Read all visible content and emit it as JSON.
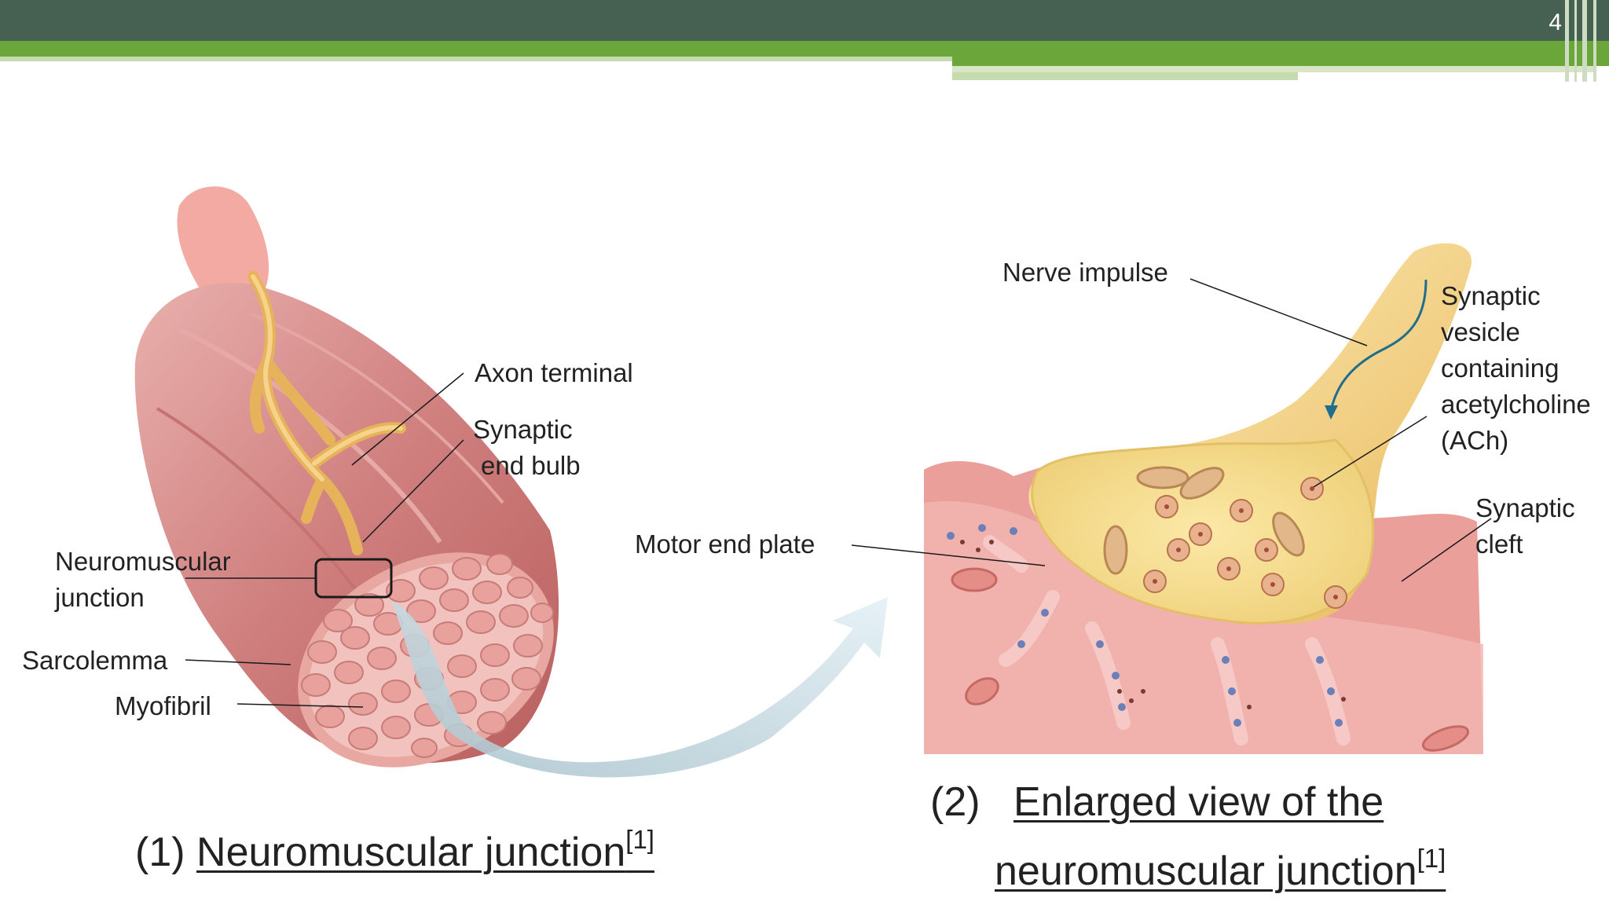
{
  "slide": {
    "page_number": "4"
  },
  "figure1": {
    "labels": {
      "axon_terminal": "Axon terminal",
      "synaptic_end_bulb_1": "Synaptic",
      "synaptic_end_bulb_2": "end bulb",
      "neuromuscular_junction_1": "Neuromuscular",
      "neuromuscular_junction_2": "junction",
      "sarcolemma": "Sarcolemma",
      "myofibril": "Myofibril"
    },
    "caption": {
      "number": "(1)",
      "text": "Neuromuscular junction",
      "citation": "[1]"
    }
  },
  "figure2": {
    "labels": {
      "nerve_impulse": "Nerve impulse",
      "synaptic_vesicle_1": "Synaptic",
      "synaptic_vesicle_2": "vesicle",
      "synaptic_vesicle_3": "containing",
      "synaptic_vesicle_4": "acetylcholine",
      "synaptic_vesicle_5": "(ACh)",
      "synaptic_cleft_1": "Synaptic",
      "synaptic_cleft_2": "cleft",
      "motor_end_plate": "Motor end plate"
    },
    "caption": {
      "number": "(2)",
      "text_line1": "Enlarged view of the",
      "text_line2": "neuromuscular junction",
      "citation": "[1]"
    }
  },
  "colors": {
    "header_dark": "#466052",
    "header_green": "#6aa639",
    "muscle": "#d98b8b",
    "nerve": "#f2c76b",
    "arrow": "#cfe6ee",
    "impulse_arrow": "#1f6e8c"
  }
}
